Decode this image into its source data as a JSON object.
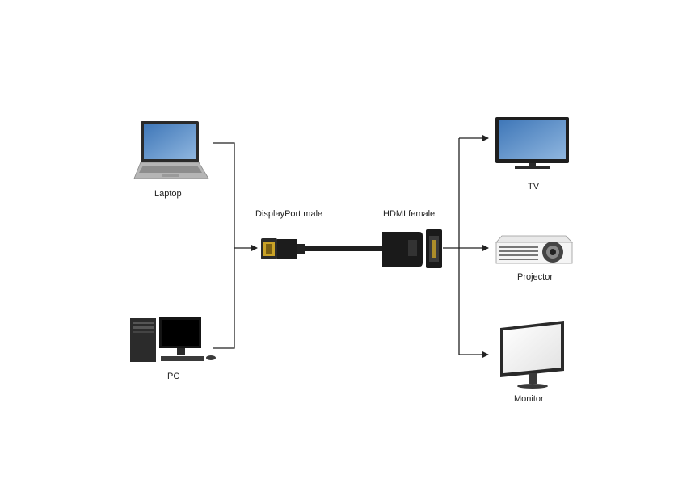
{
  "labels": {
    "laptop": "Laptop",
    "pc": "PC",
    "displayport": "DisplayPort male",
    "hdmi": "HDMI female",
    "tv": "TV",
    "projector": "Projector",
    "monitor": "Monitor"
  },
  "icons": {
    "laptop": "laptop-icon",
    "pc": "desktop-pc-icon",
    "adapter": "displayport-to-hdmi-adapter-icon",
    "tv": "tv-icon",
    "projector": "projector-icon",
    "monitor": "monitor-icon"
  },
  "colors": {
    "line": "#222222",
    "screen_blue": "#5b8fc8",
    "device_dark": "#1c1c1c",
    "device_gray": "#a9a9a9",
    "connector_gold": "#c9a227"
  }
}
